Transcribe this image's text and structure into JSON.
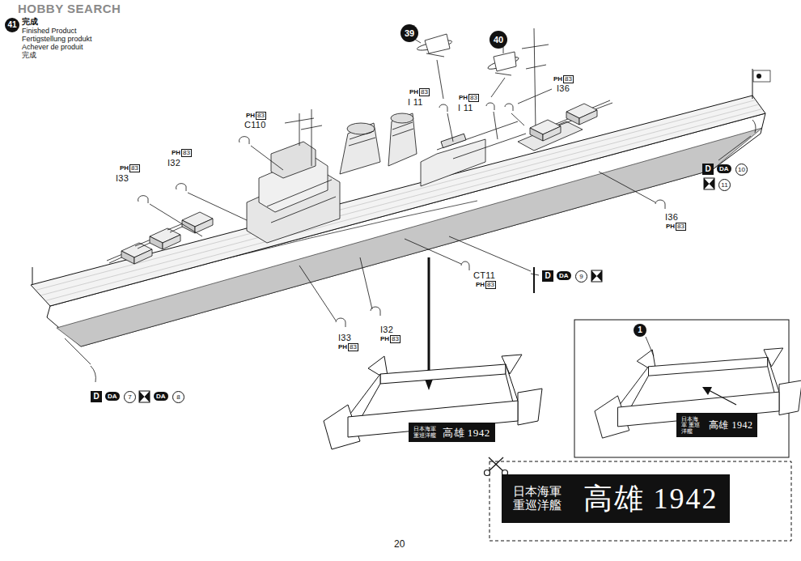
{
  "diagram": {
    "title": "完成",
    "nodes": [
      {
        "text": [
          "日本海軍 重巡洋艦",
          "高雄 1942"
        ]
      },
      {
        "text": [
          "日本海軍 重巡洋艦",
          "高雄 1942"
        ]
      },
      {
        "text": [
          "日本海軍 重巡洋艦",
          "高雄 1942"
        ]
      }
    ],
    "labels": [
      "HOBBY SEARCH",
      "41",
      "Finished Product",
      "Fertigstellung produkt",
      "Achever de produit",
      "完成",
      "39",
      "40",
      "PH",
      "83",
      "I 11",
      "PH",
      "83",
      "I 11",
      "PH",
      "83",
      "I36",
      "PH",
      "83",
      "C110",
      "PH",
      "83",
      "I32",
      "PH",
      "83",
      "I33",
      "D",
      "DA",
      "10",
      "11",
      "I36",
      "PH",
      "83",
      "CT11",
      "PH",
      "83",
      "D",
      "DA",
      "9",
      "I33",
      "PH",
      "83",
      "I32",
      "PH",
      "83",
      "D",
      "DA",
      "7",
      "DA",
      "8",
      "1",
      "20"
    ]
  }
}
